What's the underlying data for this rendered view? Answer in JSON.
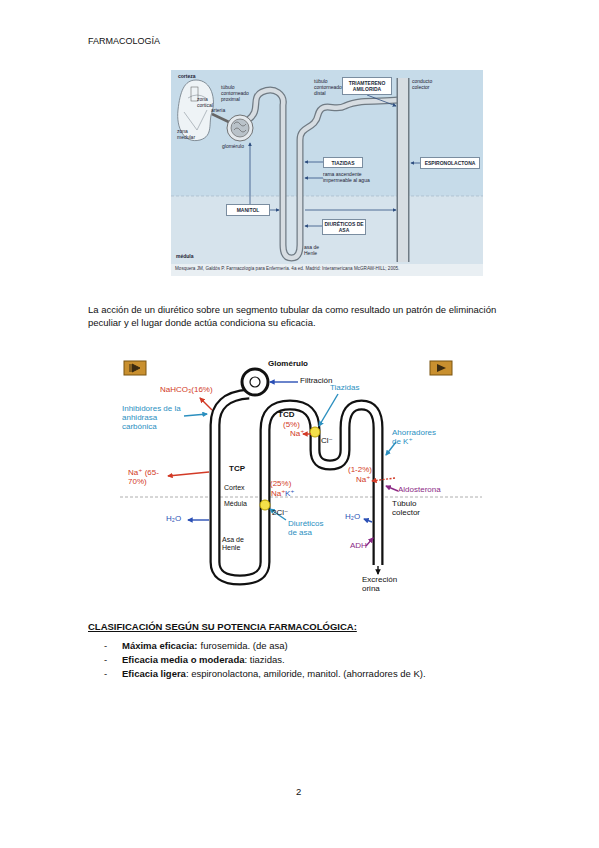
{
  "diagram": {
    "caption": "Mosquera JM, Galdós P. Farmacología para Enfermería. 4a ed. Madrid: Interamericana McGRAW-HILL; 2005.",
    "nodes": [
      {
        "text": [
          "TRIAMTERENO AMILORIDA"
        ]
      },
      {
        "text": [
          "TIAZIDAS"
        ]
      },
      {
        "text": [
          "ESPIRONOLACTONA"
        ]
      },
      {
        "text": [
          "MANITOL"
        ]
      },
      {
        "text": [
          "DIURÉTICOS DE ASA"
        ]
      }
    ],
    "labels": [
      "FARMACOLOGÍA",
      "corteza",
      "zona cortical",
      "zona medular",
      "túbulo contorneado proximal",
      "arteria",
      "glomérulo",
      "túbulo contorneado distal",
      "conducto colector",
      "rama ascendente impermeable al agua",
      "asa de Henle",
      "médula",
      "La acción de un diurético sobre un segmento tubular da como resultado un patrón de eliminación peculiar y el lugar donde actúa condiciona su eficacia.",
      "Glomérulo",
      "Filtración",
      "TCD",
      "(5%)",
      "Na⁺",
      "Cl⁻",
      "Tiazidas",
      "NaHCO₃(16%)",
      "Inhibidores de la anhidrasa carbónica",
      "Na⁺ (65-70%)",
      "TCP",
      "Cortex",
      "Médula",
      "(25%)",
      "Na⁺",
      "K⁺",
      "2Cl⁻",
      "Diuréticos de asa",
      "H₂O",
      "Asa de Henle",
      "Ahorradores de K⁺",
      "(1-2%)",
      "Na⁺",
      "Aldosterona",
      "Túbulo colector",
      "H₂O",
      "ADH",
      "Excreción orina",
      "CLASIFICACIÓN SEGÚN SU POTENCIA FARMACOLÓGICA:",
      "-",
      "Máxima eficacia:",
      "furosemida. (de asa)",
      "-",
      "Eficacia media o moderada",
      ": tiazidas.",
      "-",
      "Eficacia ligera",
      ": espironolactona, amiloride, manitol. (ahorradores de K).",
      "2"
    ]
  }
}
